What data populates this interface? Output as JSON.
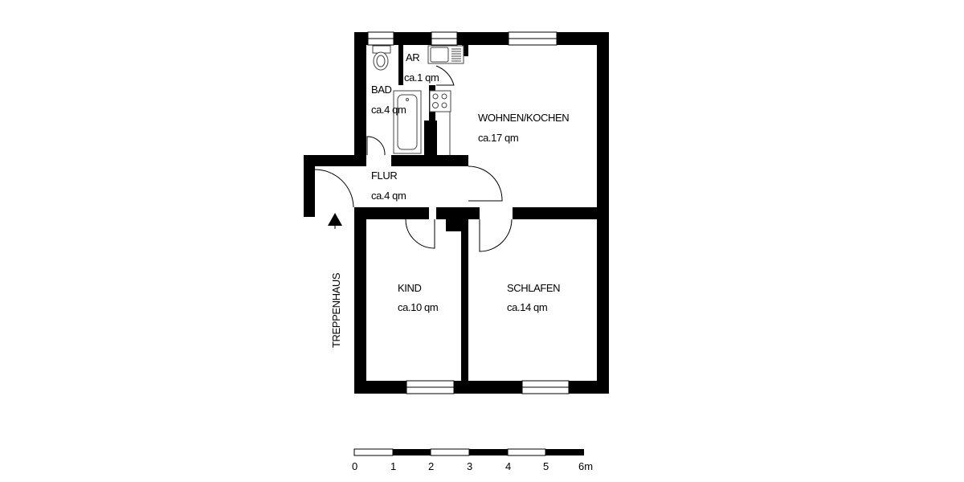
{
  "floorplan": {
    "rooms": [
      {
        "id": "ar",
        "name": "AR",
        "area": "ca.1 qm"
      },
      {
        "id": "bad",
        "name": "BAD",
        "area": "ca.4 qm"
      },
      {
        "id": "wohnen",
        "name": "WOHNEN/KOCHEN",
        "area": "ca.17 qm"
      },
      {
        "id": "flur",
        "name": "FLUR",
        "area": "ca.4 qm"
      },
      {
        "id": "kind",
        "name": "KIND",
        "area": "ca.10 qm"
      },
      {
        "id": "schlafen",
        "name": "SCHLAFEN",
        "area": "ca.14 qm"
      }
    ],
    "stairwell": {
      "label": "TREPPENHAUS",
      "icon": "entrance-arrow-icon"
    },
    "colors": {
      "wall": "#000000",
      "background": "#ffffff",
      "fixture": "#555555"
    }
  },
  "scale_bar": {
    "unit": "m",
    "ticks": [
      "0",
      "1",
      "2",
      "3",
      "4",
      "5",
      "6m"
    ]
  }
}
